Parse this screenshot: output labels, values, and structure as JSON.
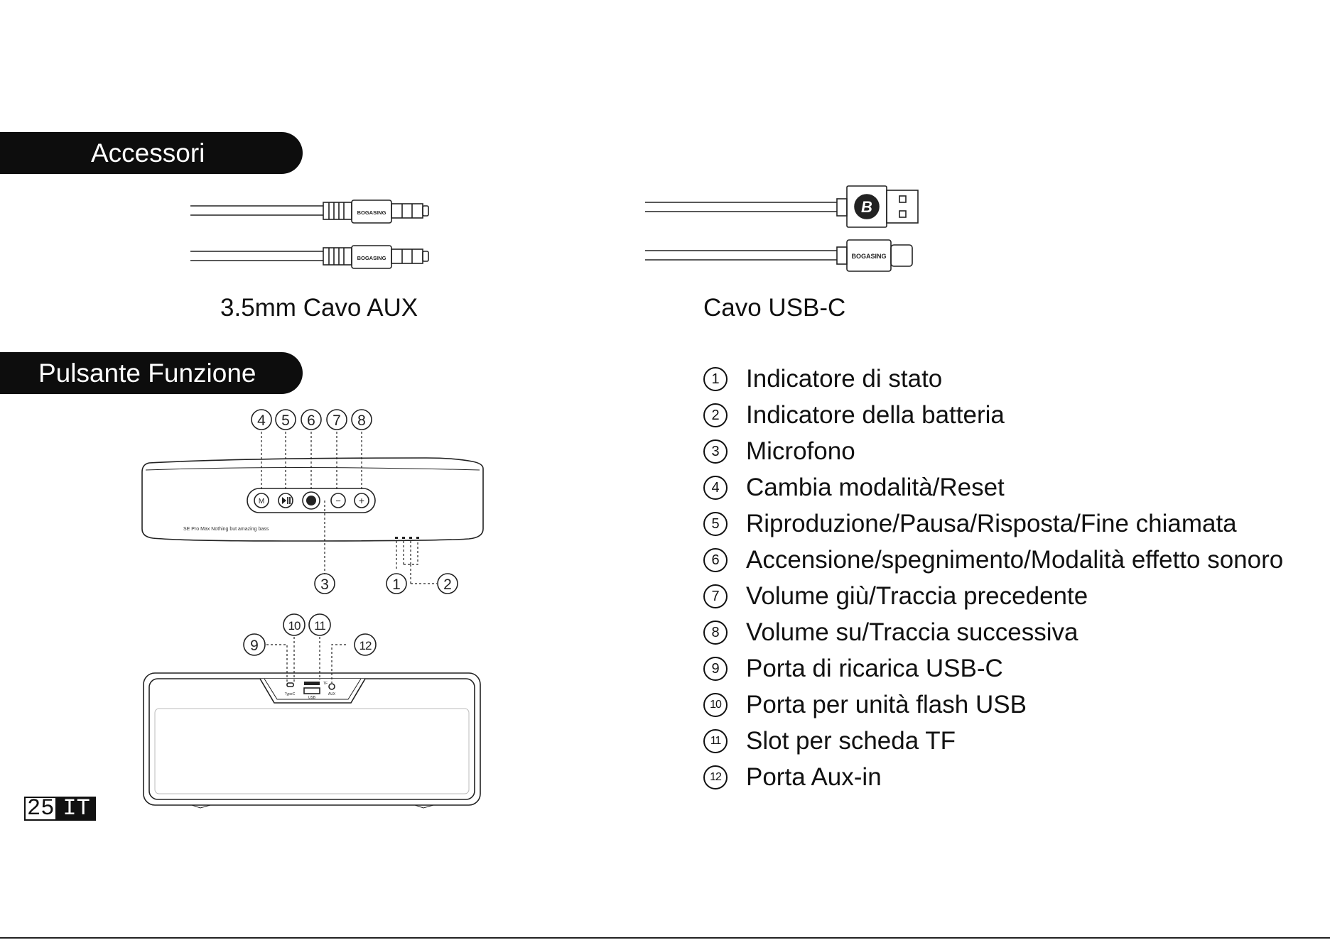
{
  "sections": {
    "accessories_title": "Accessori",
    "functions_title": "Pulsante Funzione"
  },
  "accessories": {
    "aux_caption": "3.5mm Cavo AUX",
    "usb_caption": "Cavo USB-C",
    "brand_label": "BOGASING",
    "logo_letter": "B"
  },
  "speaker": {
    "tagline": "SE Pro Max Nothing but amazing bass",
    "button_m": "M",
    "button_minus": "−",
    "button_plus": "+",
    "port_typec": "TypeC",
    "port_usb": "USB",
    "port_tf": "TF",
    "port_aux": "AUX"
  },
  "callouts": {
    "top": [
      "4",
      "5",
      "6",
      "7",
      "8"
    ],
    "bottom": [
      "3",
      "1",
      "2"
    ],
    "ports": [
      "9",
      "10",
      "11",
      "12"
    ]
  },
  "features": [
    {
      "num": "1",
      "label": "Indicatore di stato"
    },
    {
      "num": "2",
      "label": "Indicatore della batteria"
    },
    {
      "num": "3",
      "label": "Microfono"
    },
    {
      "num": "4",
      "label": "Cambia modalità/Reset"
    },
    {
      "num": "5",
      "label": "Riproduzione/Pausa/Risposta/Fine chiamata"
    },
    {
      "num": "6",
      "label": "Accensione/spegnimento/Modalità effetto sonoro"
    },
    {
      "num": "7",
      "label": "Volume giù/Traccia precedente"
    },
    {
      "num": "8",
      "label": "Volume su/Traccia successiva"
    },
    {
      "num": "9",
      "label": "Porta di ricarica USB-C"
    },
    {
      "num": "10",
      "label": "Porta per unità flash USB"
    },
    {
      "num": "11",
      "label": "Slot per scheda TF"
    },
    {
      "num": "12",
      "label": "Porta Aux-in"
    }
  ],
  "footer": {
    "page_number": "25",
    "language": "IT"
  }
}
